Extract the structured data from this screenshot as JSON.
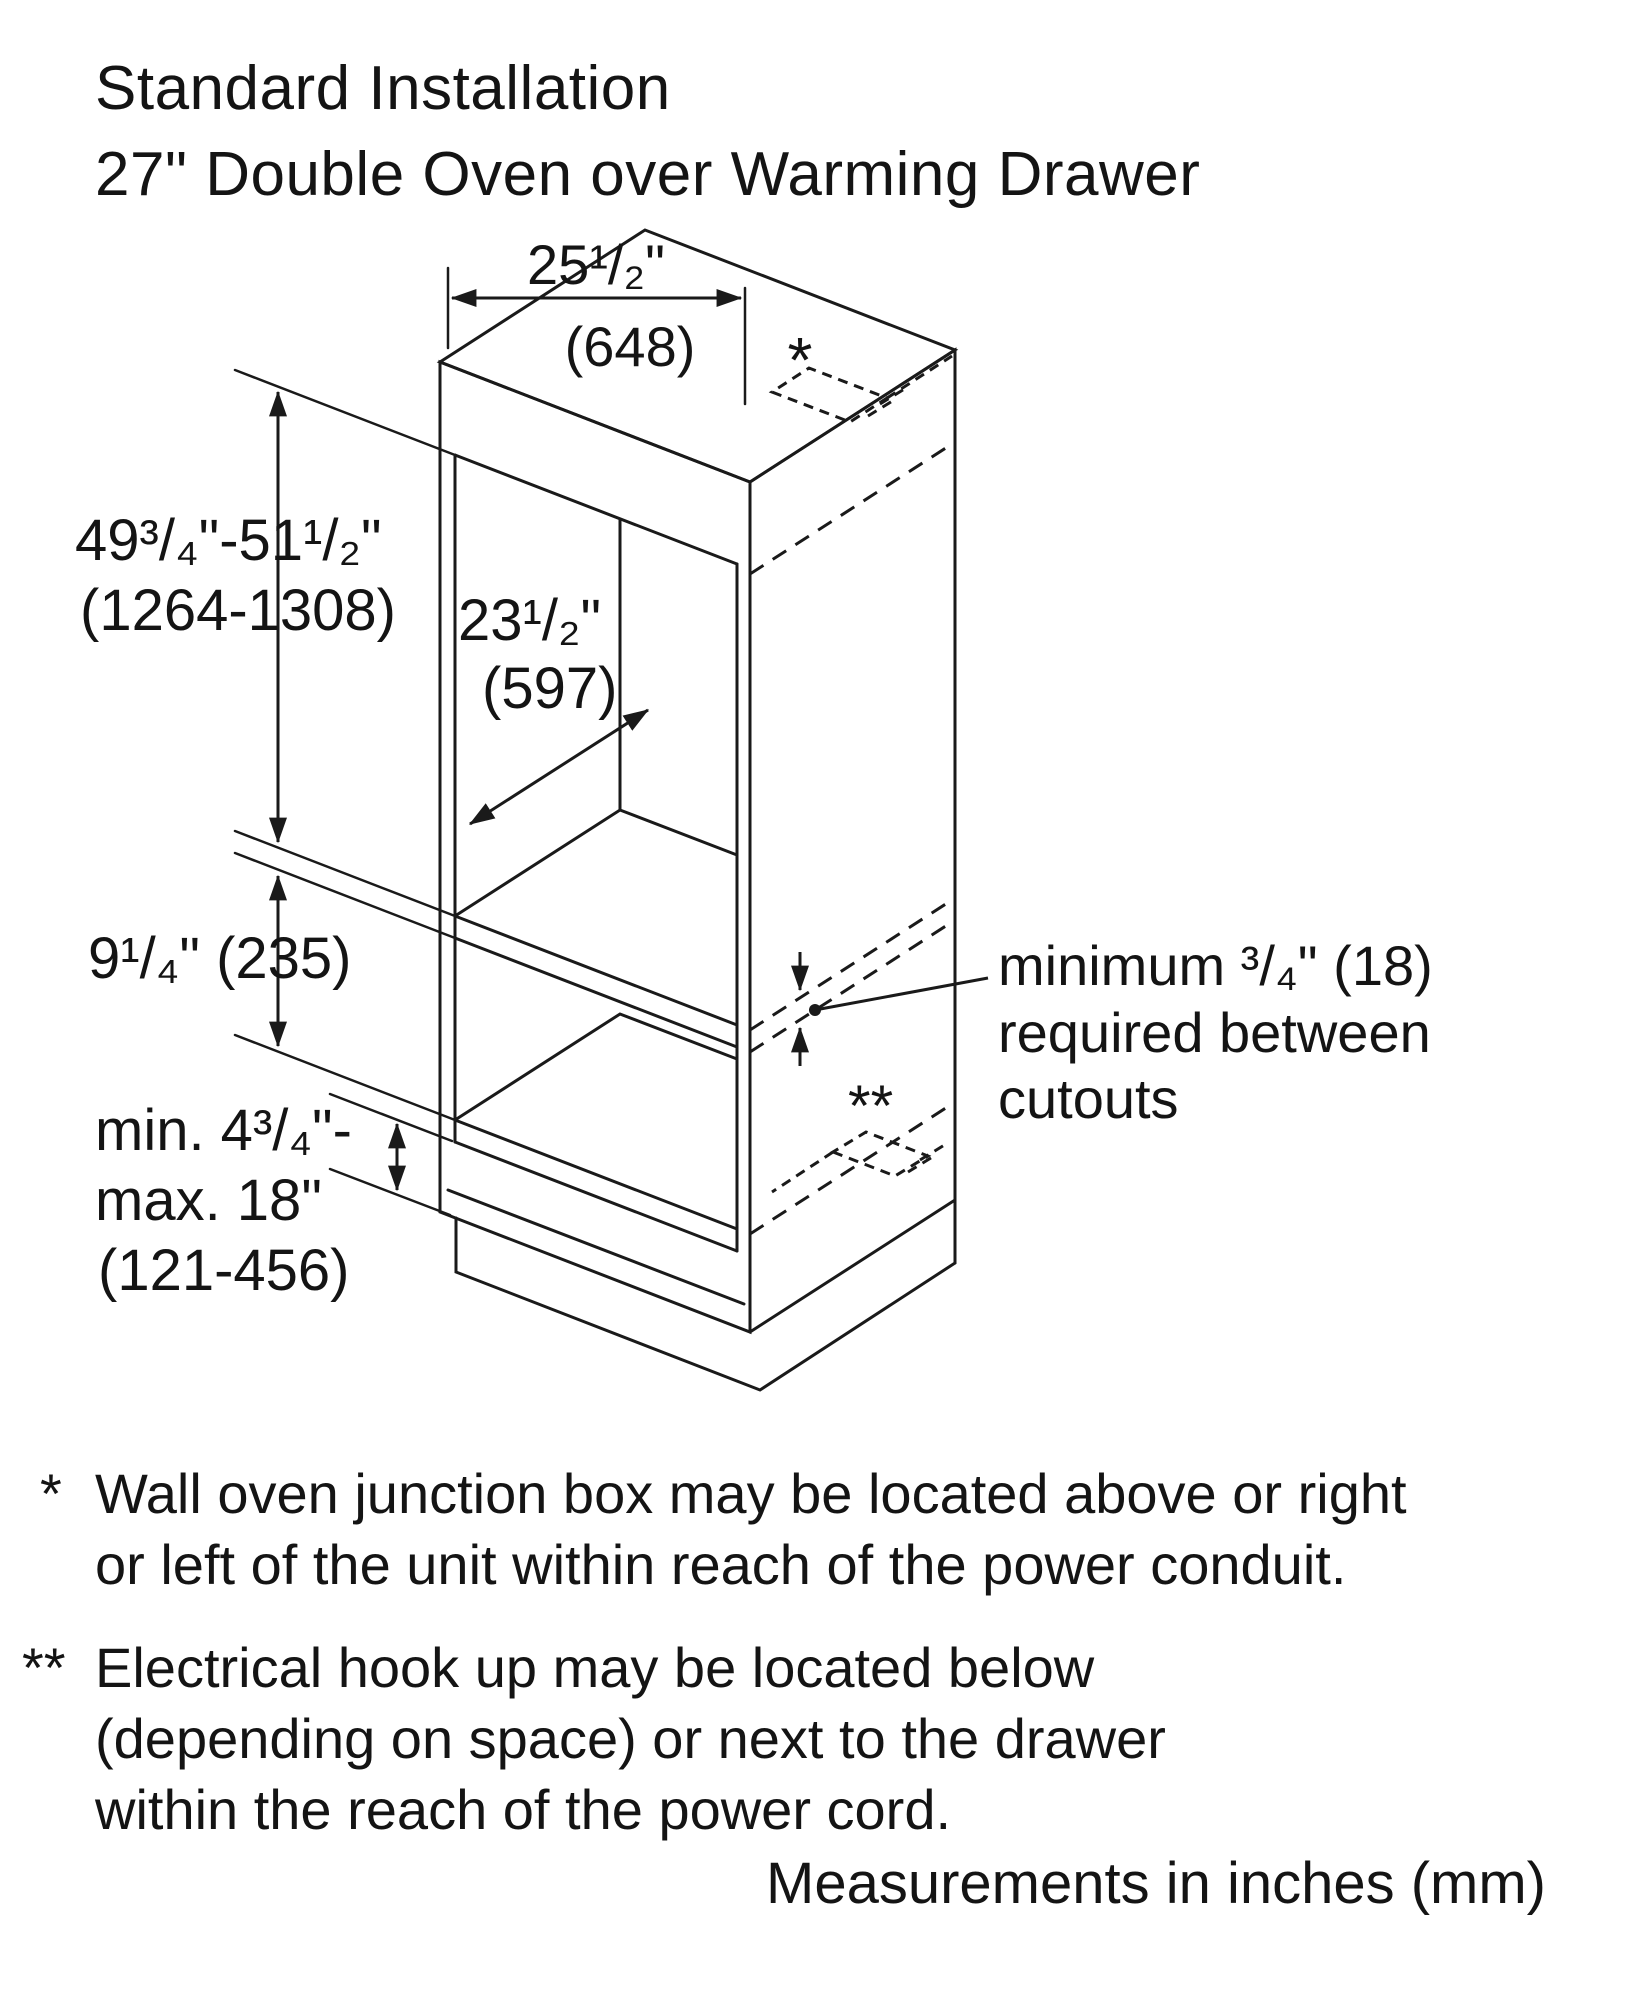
{
  "title": {
    "line1": "Standard Installation",
    "line2": "27\" Double Oven over Warming Drawer"
  },
  "diagram": {
    "dim_cutout_width_in": "25¹/₂\"",
    "dim_cutout_width_mm": "(648)",
    "dim_oven_cutout_height_in": "49³/₄\"-51¹/₂\"",
    "dim_oven_cutout_height_mm": "(1264-1308)",
    "dim_cutout_depth_in": "23¹/₂\"",
    "dim_cutout_depth_mm": "(597)",
    "dim_drawer_cutout_height": "9¹/₄\" (235)",
    "dim_bottom_line1": "min. 4³/₄\"-",
    "dim_bottom_line2": "max. 18\"",
    "dim_bottom_line3": "(121-456)",
    "gap_note_line1": "minimum ³/₄\" (18)",
    "gap_note_line2": "required between",
    "gap_note_line3": "cutouts",
    "junction_box_marker": "*",
    "electrical_marker": "**"
  },
  "footnotes": {
    "star": {
      "marker": "*",
      "line1": "Wall oven junction box may be located above or right",
      "line2": "or left of the unit within reach of the power conduit."
    },
    "double_star": {
      "marker": "**",
      "line1": "Electrical hook up may be located below",
      "line2": "(depending on space) or next to the drawer",
      "line3": "within the reach of the power cord."
    }
  },
  "footer": {
    "units_note": "Measurements in inches (mm)"
  },
  "colors": {
    "line": "#1a1a1a",
    "background": "#ffffff"
  }
}
